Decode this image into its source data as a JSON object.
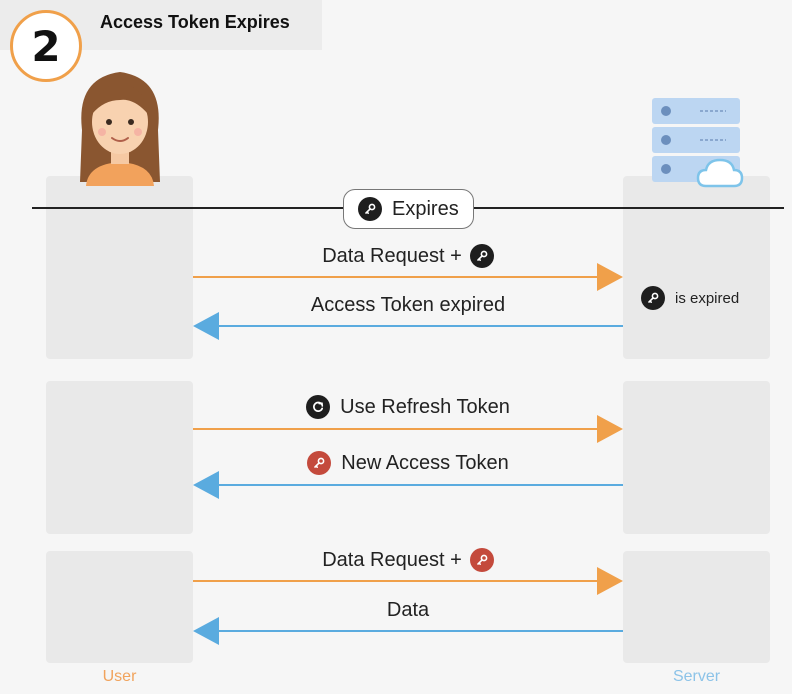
{
  "header": {
    "step_number": "2",
    "title": "Access Token Expires"
  },
  "lanes": {
    "user_label": "User",
    "server_label": "Server"
  },
  "expires_label": "Expires",
  "messages": {
    "data_request_1": "Data Request +",
    "token_expired": "Access Token expired",
    "is_expired": "is expired",
    "use_refresh": "Use Refresh Token",
    "new_access": "New Access Token",
    "data_request_2": "Data Request +",
    "data": "Data"
  },
  "colors": {
    "request_arrow": "#f0a04a",
    "response_arrow": "#5aabdf",
    "access_token": "#1e1e1e",
    "new_access_token": "#c44a3c",
    "step_ring": "#f0a04a"
  },
  "icons": {
    "access_token": "key-icon",
    "refresh_token": "refresh-icon",
    "user": "user-avatar",
    "server": "server-cloud-icon"
  }
}
